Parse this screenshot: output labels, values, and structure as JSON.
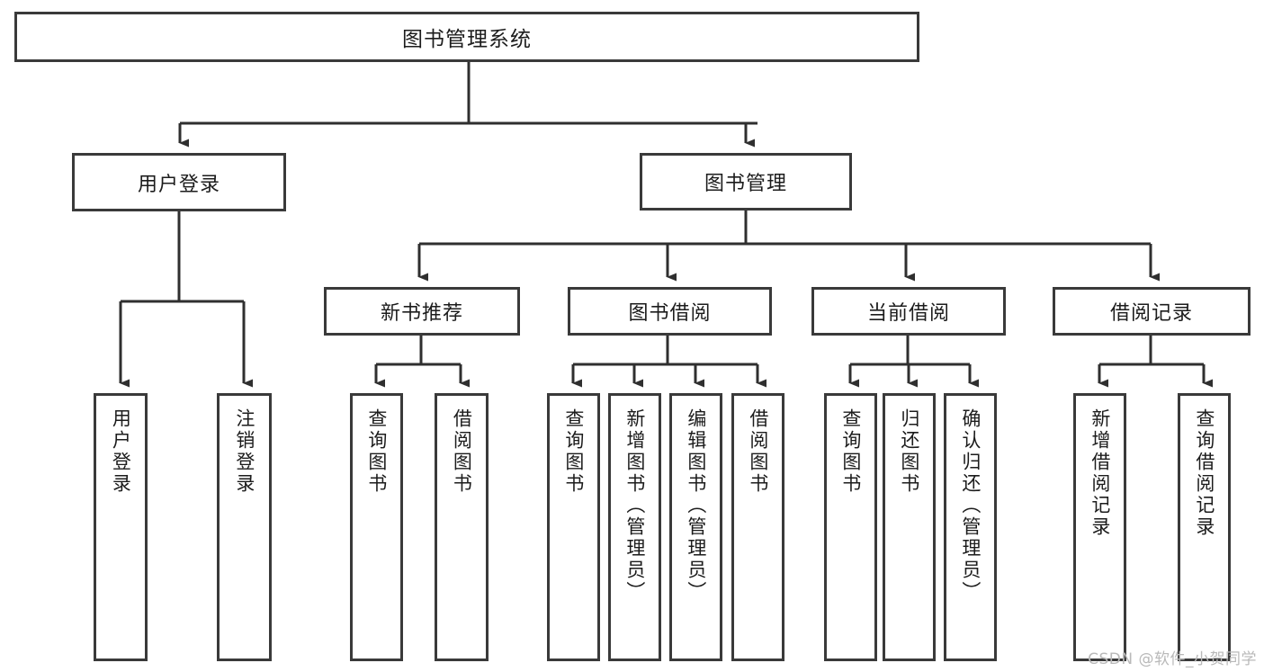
{
  "diagram": {
    "title": "图书管理系统",
    "type": "tree-hierarchy-functional-decomposition",
    "root": {
      "id": "root",
      "label": "图书管理系统"
    },
    "level2": [
      {
        "id": "user-login",
        "label": "用户登录"
      },
      {
        "id": "book-manage",
        "label": "图书管理"
      }
    ],
    "level3": [
      {
        "id": "new-book-recommend",
        "label": "新书推荐",
        "parent": "book-manage"
      },
      {
        "id": "book-borrow",
        "label": "图书借阅",
        "parent": "book-manage"
      },
      {
        "id": "current-borrow",
        "label": "当前借阅",
        "parent": "book-manage"
      },
      {
        "id": "borrow-record",
        "label": "借阅记录",
        "parent": "book-manage"
      }
    ],
    "leaves": [
      {
        "id": "leaf-user-login",
        "label": "用户登录",
        "parent": "user-login"
      },
      {
        "id": "leaf-logout-login",
        "label": "注销登录",
        "parent": "user-login"
      },
      {
        "id": "leaf-query-book-1",
        "label": "查询图书",
        "parent": "new-book-recommend"
      },
      {
        "id": "leaf-borrow-book-1",
        "label": "借阅图书",
        "parent": "new-book-recommend"
      },
      {
        "id": "leaf-query-book-2",
        "label": "查询图书",
        "parent": "book-borrow"
      },
      {
        "id": "leaf-add-book-admin",
        "label": "新增图书（管理员）",
        "parent": "book-borrow"
      },
      {
        "id": "leaf-edit-book-admin",
        "label": "编辑图书（管理员）",
        "parent": "book-borrow"
      },
      {
        "id": "leaf-borrow-book-2",
        "label": "借阅图书",
        "parent": "book-borrow"
      },
      {
        "id": "leaf-query-book-3",
        "label": "查询图书",
        "parent": "current-borrow"
      },
      {
        "id": "leaf-return-book",
        "label": "归还图书",
        "parent": "current-borrow"
      },
      {
        "id": "leaf-confirm-return-admin",
        "label": "确认归还（管理员）",
        "parent": "current-borrow"
      },
      {
        "id": "leaf-add-borrow-record",
        "label": "新增借阅记录",
        "parent": "borrow-record"
      },
      {
        "id": "leaf-query-borrow-record",
        "label": "查询借阅记录",
        "parent": "borrow-record"
      }
    ]
  },
  "watermark": {
    "text": "CSDN @软件_小贺同学"
  },
  "colors": {
    "border": "#3a3a3a",
    "text": "#1c1c1c",
    "background": "#ffffff",
    "watermark": "#b9b9b9"
  }
}
